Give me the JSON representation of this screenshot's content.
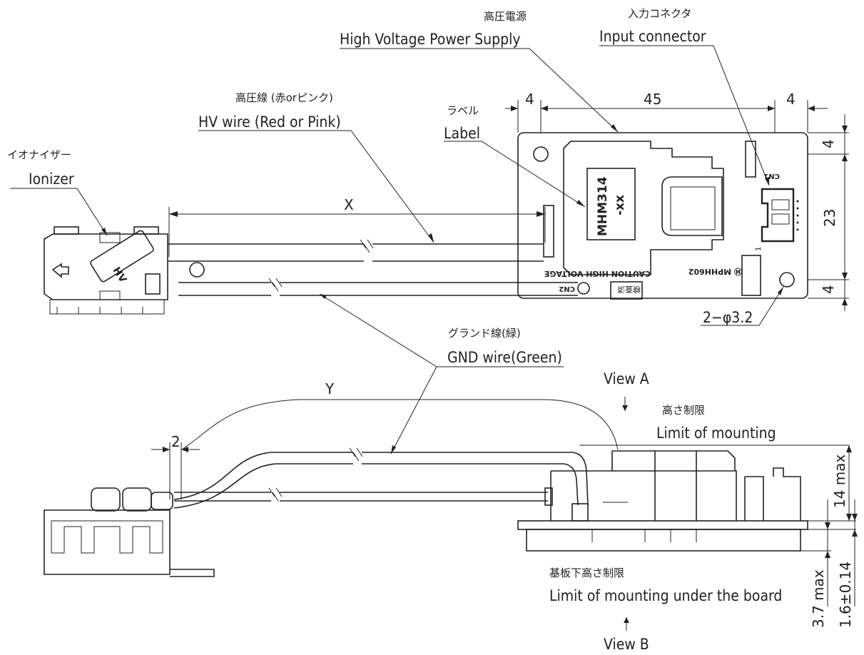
{
  "labels": {
    "hv_supply_jp": "高圧電源",
    "hv_supply_en": "High Voltage Power Supply",
    "input_conn_jp": "入力コネクタ",
    "input_conn_en": "Input connector",
    "hv_wire_jp": "高圧線 (赤orピンク)",
    "hv_wire_en": "HV wire (Red or Pink)",
    "label_jp": "ラベル",
    "label_en": "Label",
    "ionizer_jp": "イオナイザー",
    "ionizer_en": "Ionizer",
    "gnd_wire_jp": "グランド線(緑)",
    "gnd_wire_en": "GND wire(Green)",
    "view_a": "View A",
    "view_b": "View B",
    "limit_jp": "高さ制限",
    "limit_en": "Limit of mounting",
    "limit_under_jp": "基板下高さ制限",
    "limit_under_en": "Limit of mounting under the board",
    "hole_spec": "2−φ3.2"
  },
  "board_marks": {
    "model": "MHM314",
    "model_suffix": "-xx",
    "cn1": "CN1",
    "pin1": "1",
    "caution": "CAUTION HIGH VOLTAGE",
    "cn2": "CN2",
    "maker": "Ⓜ MPHH602",
    "sticker": "検査済"
  },
  "ionizer_mark": "HV",
  "dimensions": {
    "top_left": "4",
    "top_mid": "45",
    "top_right": "4",
    "right_top": "4",
    "right_mid": "23",
    "right_bot": "4",
    "x": "X",
    "y": "Y",
    "gap": "2",
    "height_max": "14 max",
    "under_max": "3.7 max",
    "board_thk": "1.6±0.14"
  }
}
